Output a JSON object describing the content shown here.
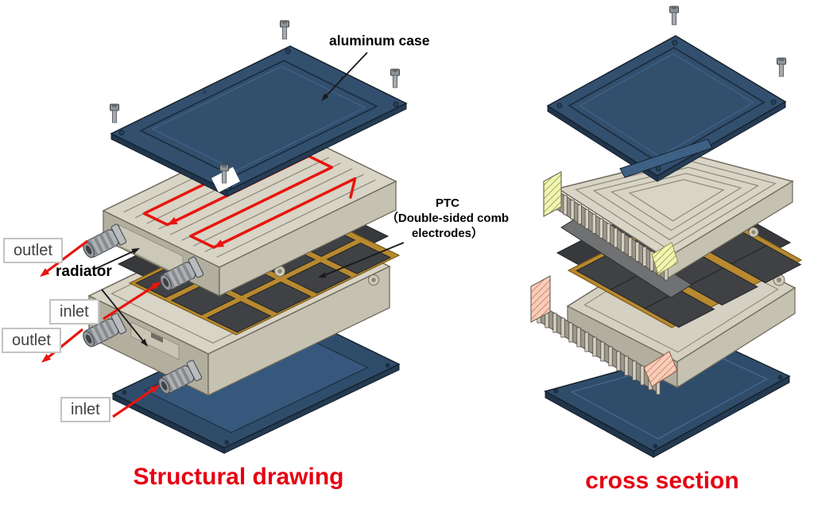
{
  "figure": {
    "left": {
      "title": "Structural drawing",
      "labels": {
        "aluminum_case": "aluminum case",
        "radiator": "radiator",
        "ptc": [
          "PTC",
          "（Double-sided comb",
          "electrodes）"
        ],
        "outlet_top": "outlet",
        "inlet_top": "inlet",
        "outlet_bottom": "outlet",
        "inlet_bottom": "inlet"
      }
    },
    "right": {
      "title": "cross section"
    }
  },
  "colors": {
    "title_red": "#e60012",
    "arrow_red": "#e8150f",
    "case_blue": "#32506e",
    "case_blue_dark": "#20354c",
    "radiator_beige": "#d8d4c6",
    "radiator_shadow": "#b3af9f",
    "electrode_gold": "#b8892e",
    "ptc_dark": "#3f4144",
    "hatch_yellow": "#f0f6b2",
    "hatch_pink": "#f7cdb9",
    "label_border": "#c3c3c3",
    "label_text": "#424242"
  }
}
